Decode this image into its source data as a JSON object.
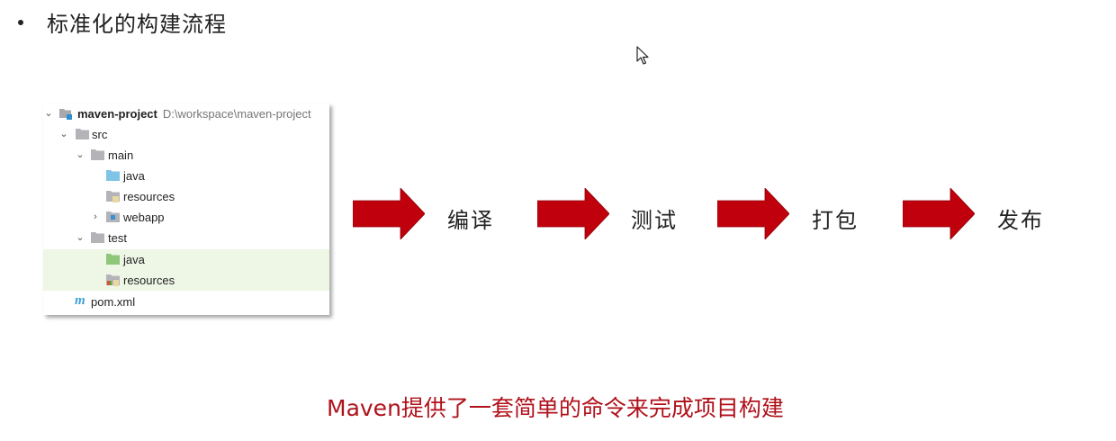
{
  "slide": {
    "bullet_title": "标准化的构建流程",
    "caption": "Maven提供了一套简单的命令来完成项目构建",
    "caption_color": "#b0121b",
    "arrow_color": "#c0000c"
  },
  "project_tree": {
    "root": {
      "name": "maven-project",
      "path": "D:\\workspace\\maven-project",
      "icon": "module-folder-icon",
      "expanded": true
    },
    "items": [
      {
        "label": "src",
        "icon": "folder-icon",
        "expanded": true,
        "depth": 1
      },
      {
        "label": "main",
        "icon": "folder-icon",
        "expanded": true,
        "depth": 2
      },
      {
        "label": "java",
        "icon": "source-folder-icon",
        "depth": 3
      },
      {
        "label": "resources",
        "icon": "resources-folder-icon",
        "depth": 3
      },
      {
        "label": "webapp",
        "icon": "web-folder-icon",
        "expanded": false,
        "depth": 3
      },
      {
        "label": "test",
        "icon": "folder-icon",
        "expanded": true,
        "depth": 2
      },
      {
        "label": "java",
        "icon": "test-source-folder-icon",
        "depth": 3,
        "highlighted": true
      },
      {
        "label": "resources",
        "icon": "test-resources-folder-icon",
        "depth": 3,
        "highlighted": true
      },
      {
        "label": "pom.xml",
        "icon": "maven-pom-icon",
        "depth": 1
      }
    ]
  },
  "build_steps": [
    {
      "label": "编译",
      "icon": "right-arrow-icon"
    },
    {
      "label": "测试",
      "icon": "right-arrow-icon"
    },
    {
      "label": "打包",
      "icon": "right-arrow-icon"
    },
    {
      "label": "发布",
      "icon": "right-arrow-icon"
    }
  ]
}
